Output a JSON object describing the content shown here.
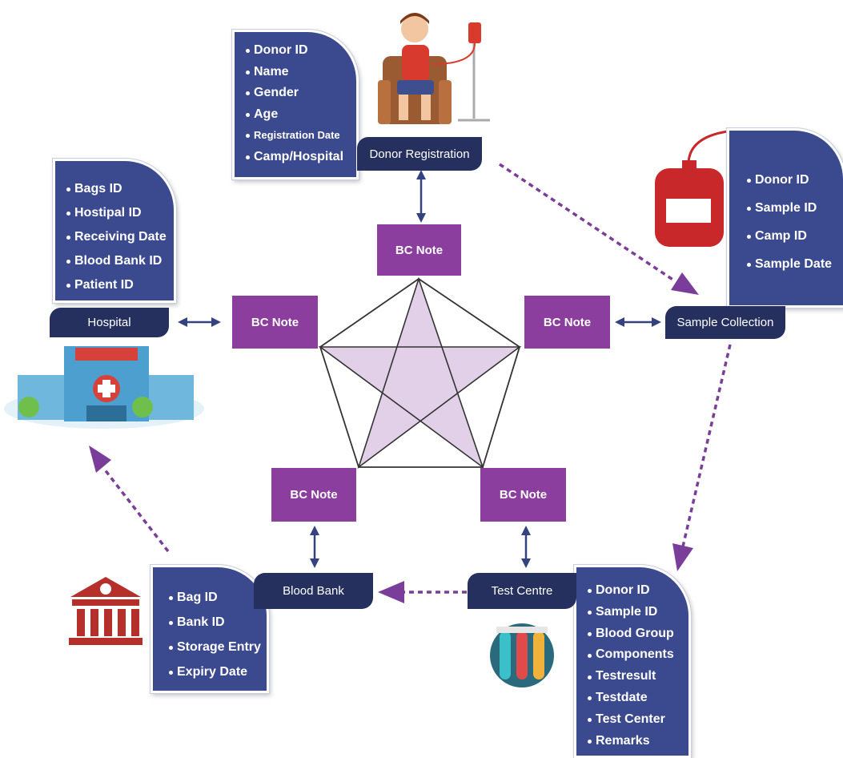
{
  "center_label": "BC Note",
  "stages": {
    "donor_registration": "Donor Registration",
    "sample_collection": "Sample Collection",
    "test_centre": "Test Centre",
    "blood_bank": "Blood Bank",
    "hospital": "Hospital"
  },
  "cards": {
    "donor_registration": [
      "Donor ID",
      "Name",
      "Gender",
      "Age",
      "Registration Date",
      "Camp/Hospital"
    ],
    "sample_collection": [
      "Donor ID",
      "Sample ID",
      "Camp ID",
      "Sample Date"
    ],
    "test_centre": [
      "Donor ID",
      "Sample ID",
      "Blood Group",
      "Components",
      "Testresult",
      "Testdate",
      "Test Center",
      "Remarks"
    ],
    "blood_bank": [
      "Bag ID",
      "Bank ID",
      "Storage Entry",
      "Expiry Date"
    ],
    "hospital": [
      "Bags ID",
      "Hostipal ID",
      "Receiving Date",
      "Blood Bank ID",
      "Patient ID"
    ]
  },
  "colors": {
    "card": "#3b4a8f",
    "stage": "#25305f",
    "bc_note": "#8b3e9e",
    "flow_arrow": "#7a3e9a",
    "link_arrow": "#34437f",
    "star_fill": "#e2d0e8",
    "star_line": "#333333"
  },
  "icons": {
    "donor": "blood-donor-icon",
    "blood_bag": "blood-bag-icon",
    "test_tubes": "test-tubes-icon",
    "bank": "bank-building-icon",
    "hospital": "hospital-building-icon"
  }
}
